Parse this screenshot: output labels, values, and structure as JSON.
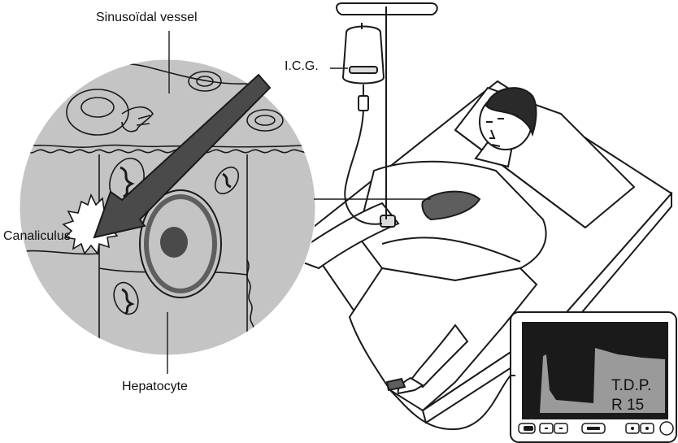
{
  "labels": {
    "sinusoidal_vessel": "Sinusoïdal vessel",
    "canaliculus": "Canaliculus",
    "hepatocyte": "Hepatocyte",
    "icg": "I.C.G."
  },
  "monitor": {
    "line1": "T.D.P.",
    "line2": "R 15"
  },
  "colors": {
    "circle_fill": "#c4c4c4",
    "organ_fill": "#5e5e5e",
    "arrow_fill": "#4a4a4a",
    "screen_fill": "#9a9a9a",
    "line": "#1a1a1a"
  },
  "icons": [
    "iv-bag-icon",
    "iv-stand-icon",
    "liver-icon",
    "monitor-icon",
    "patient-icon",
    "bed-icon"
  ]
}
